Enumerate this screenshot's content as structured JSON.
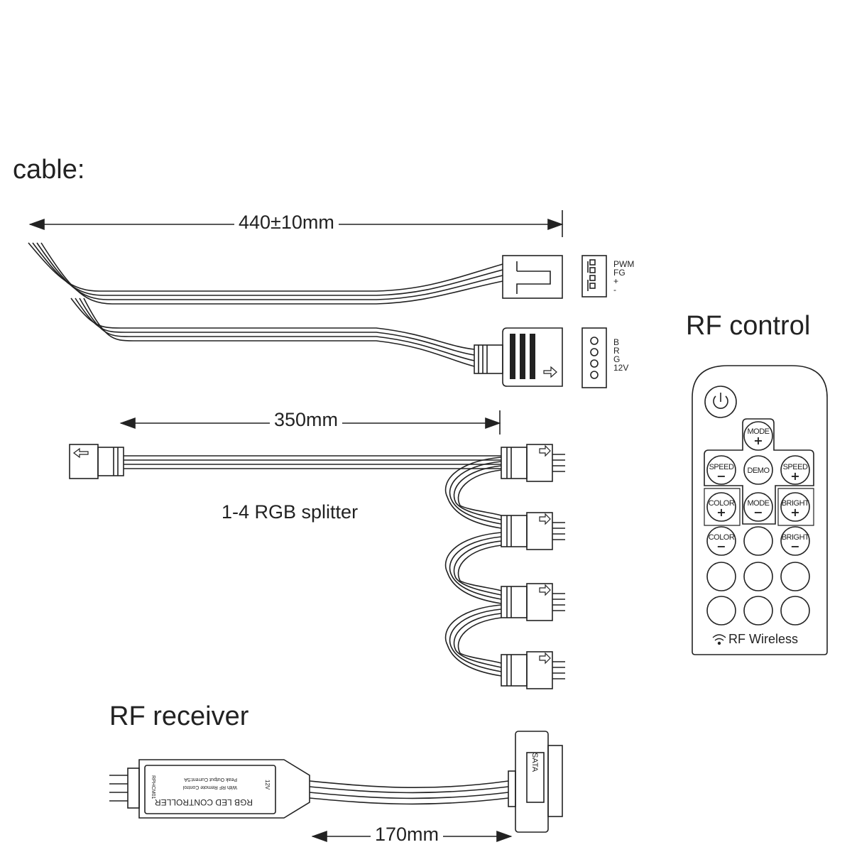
{
  "labels": {
    "cable_title": "cable:",
    "rf_control_title": "RF control",
    "rf_receiver_title": "RF receiver",
    "splitter_label": "1-4 RGB splitter"
  },
  "dimensions": {
    "cable_length": "440±10mm",
    "splitter_length": "350mm",
    "receiver_length": "170mm"
  },
  "pwm_pins": [
    "PWM",
    "FG",
    "+",
    "-"
  ],
  "rgb_pins": [
    "B",
    "R",
    "G",
    "12V"
  ],
  "remote": {
    "buttons": {
      "mode_plus": {
        "label": "MODE",
        "sign": "+"
      },
      "speed_minus": {
        "label": "SPEED",
        "sign": "−"
      },
      "demo": {
        "label": "DEMO"
      },
      "speed_plus": {
        "label": "SPEED",
        "sign": "+"
      },
      "color_plus": {
        "label": "COLOR",
        "sign": "+"
      },
      "mode_minus": {
        "label": "MODE",
        "sign": "−"
      },
      "bright_plus": {
        "label": "BRIGHT",
        "sign": "+"
      },
      "color_minus": {
        "label": "COLOR",
        "sign": "−"
      },
      "bright_minus": {
        "label": "BRIGHT",
        "sign": "−"
      }
    },
    "footer": "RF Wireless"
  },
  "receiver": {
    "controller_name": "RGB LED CONTROLLER",
    "line1": "Peak Output Current:5A",
    "line2": "With RF Remote Control",
    "model": "RPHCM01",
    "voltage": "12V",
    "sata_label": "SATA"
  }
}
